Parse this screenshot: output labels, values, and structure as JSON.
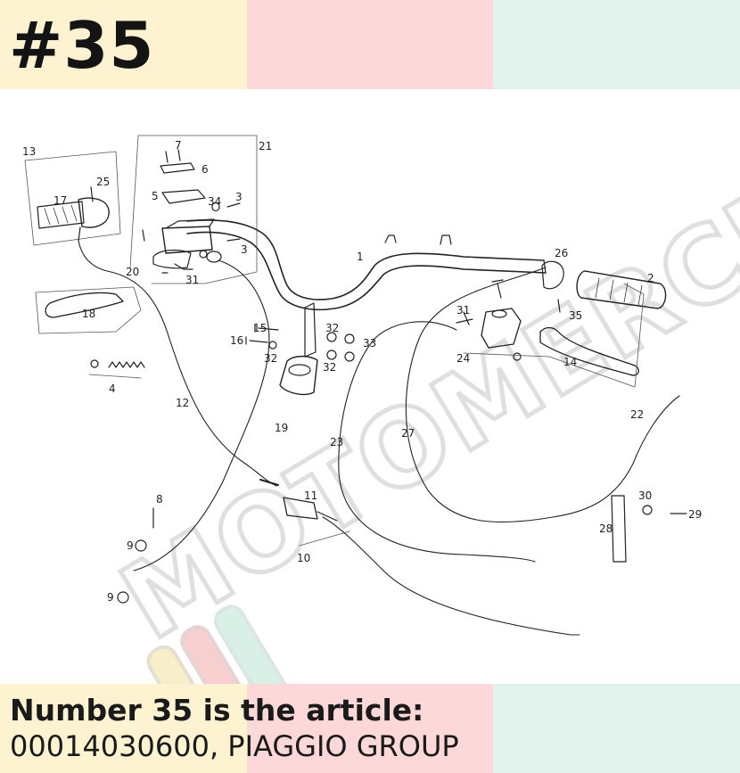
{
  "header": {
    "number": "#35"
  },
  "caption": {
    "line1": "Number 35 is the article:",
    "line2": "00014030600, PIAGGIO GROUP"
  },
  "watermark": {
    "text": "MOTOMERCIA"
  },
  "colors": {
    "yellow": "#fdf3d0",
    "pink": "#fcd8d8",
    "mint": "#e1f3ec",
    "ink": "#222222"
  },
  "diagram": {
    "labels": [
      "1",
      "2",
      "3",
      "3",
      "4",
      "5",
      "6",
      "7",
      "8",
      "9",
      "9",
      "10",
      "11",
      "12",
      "13",
      "14",
      "15",
      "16",
      "17",
      "18",
      "19",
      "20",
      "21",
      "22",
      "23",
      "24",
      "25",
      "26",
      "27",
      "28",
      "29",
      "30",
      "31",
      "31",
      "32",
      "32",
      "32",
      "33",
      "34",
      "35"
    ]
  }
}
